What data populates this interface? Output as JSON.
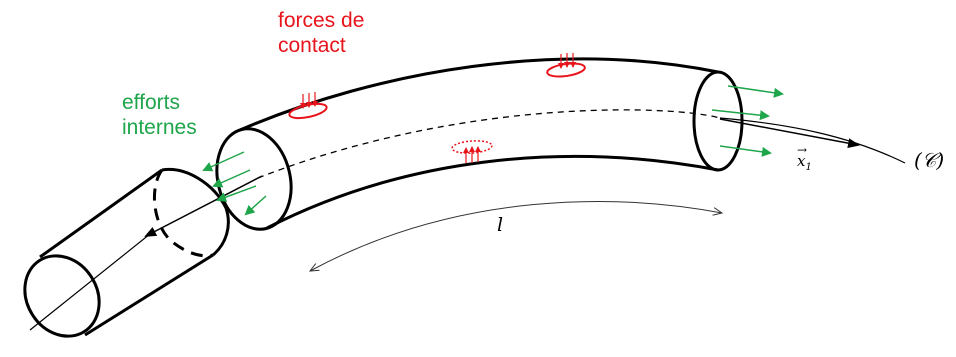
{
  "labels": {
    "forces_contact_line1": "forces de",
    "forces_contact_line2": "contact",
    "efforts_internes_line1": "efforts",
    "efforts_internes_line2": "internes",
    "length": "l",
    "curve_name": "(𝒞)",
    "unit_vector": "x",
    "unit_vector_index": "1"
  },
  "colors": {
    "contact_forces": "#e8141c",
    "internal_efforts": "#1fa54a",
    "outline": "#000000"
  }
}
